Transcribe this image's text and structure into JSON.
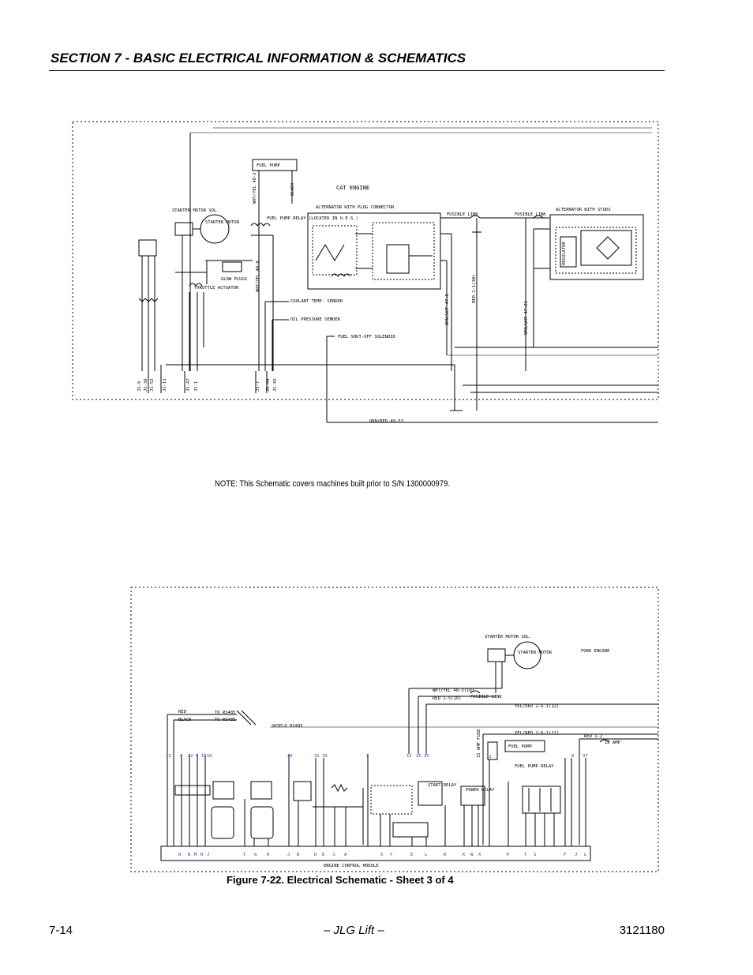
{
  "header": {
    "section_title": "SECTION 7 - BASIC ELECTRICAL INFORMATION & SCHEMATICS"
  },
  "upper_schematic": {
    "engine_label": "CAT ENGINE",
    "fuel_pump": "FUEL PUMP",
    "fuel_pump_relay": "FUEL PUMP RELAY (LOCATED IN U.E.S.)",
    "starter_motor_sol": "STARTER MOTOR SOL.",
    "starter_motor": "STARTER MOTOR",
    "alt_plug": "ALTERNATOR WITH PLUG CONNECTOR",
    "alt_studs": "ALTERNATOR WITH STUDS",
    "fusible_link_1": "FUSIBLE LINK",
    "fusible_link_2": "FUSIBLE LINK",
    "regulator": "REGULATOR",
    "coolant_temp": "COOLANT TEMP. SENDER",
    "oil_pressure": "OIL PRESSURE SENDER",
    "fuel_shutoff": "FUEL SHUT-OFF SOLENOID",
    "glow_plugs": "GLOW PLUGS",
    "throttle_actuator": "THROTTLE ACTUATOR",
    "wire_bottom": "ORN/RED 49-53",
    "wire_brn1": "BRN/WHT 47-8",
    "wire_brn2": "BRN/WHT 47-21",
    "wire_red": "RED 1-1(10)",
    "wire_wht1": "WHT/YEL 48-2",
    "wire_wht2": "WHT/YEL 48-8",
    "wire_black": "BLACK",
    "conn_left": [
      "J1-9",
      "J1-36",
      "J1-52",
      "J1-11"
    ],
    "conn_mid": [
      "J1-47",
      "J1-1"
    ],
    "conn_right": [
      "J1-7",
      "J1-44",
      "J1-43"
    ]
  },
  "note": "NOTE: This Schematic covers machines built prior to S/N 1300000979.",
  "lower_schematic": {
    "engine_label": "FORD ENGINE",
    "starter_motor_sol": "STARTER MOTOR SOL.",
    "starter_motor": "STARTER MOTOR",
    "fusible_link": "FUSIBLE LINK",
    "wire_wht": "WHT/YEL 48-3(10)",
    "wire_red": "RED 1-5(10)",
    "wire_yel1": "YEL/RED 2-6-1(12)",
    "wire_yel2": "YEL/RED 2-6-1(12)",
    "wire_red2": "RED 1-2",
    "amp_fuse": "10 AMP",
    "red": "RED",
    "black": "BLACK",
    "rs485_a": "TO RS485",
    "rs485_b": "TO RS485",
    "shield": "SHIELD RS485",
    "start_relay": "START RELAY",
    "power_relay": "POWER RELAY",
    "fuel_pump": "FUEL PUMP",
    "fuel_pump_relay": "FUEL PUMP RELAY",
    "amp_fuse_15": "15 AMP FUSE",
    "ecm": "ENGINE CONTROL MODULE",
    "pin_numbers": [
      "13",
      "4",
      "22",
      "5",
      "11",
      "10",
      "26",
      "31",
      "33",
      "2",
      "13",
      "15",
      "35",
      "12",
      "8",
      "37"
    ],
    "pin_letters": [
      "R",
      "N",
      "M",
      "H",
      "J",
      "T",
      "G",
      "H",
      "J",
      "B",
      "D",
      "E",
      "C",
      "A",
      "X",
      "Y",
      "E",
      "L",
      "R",
      "K",
      "W",
      "X",
      "P",
      "T",
      "S",
      "F",
      "J",
      "L"
    ]
  },
  "caption": "Figure 7-22.  Electrical Schematic - Sheet 3 of 4",
  "footer": {
    "page": "7-14",
    "center": "– JLG Lift –",
    "doc": "3121180"
  }
}
